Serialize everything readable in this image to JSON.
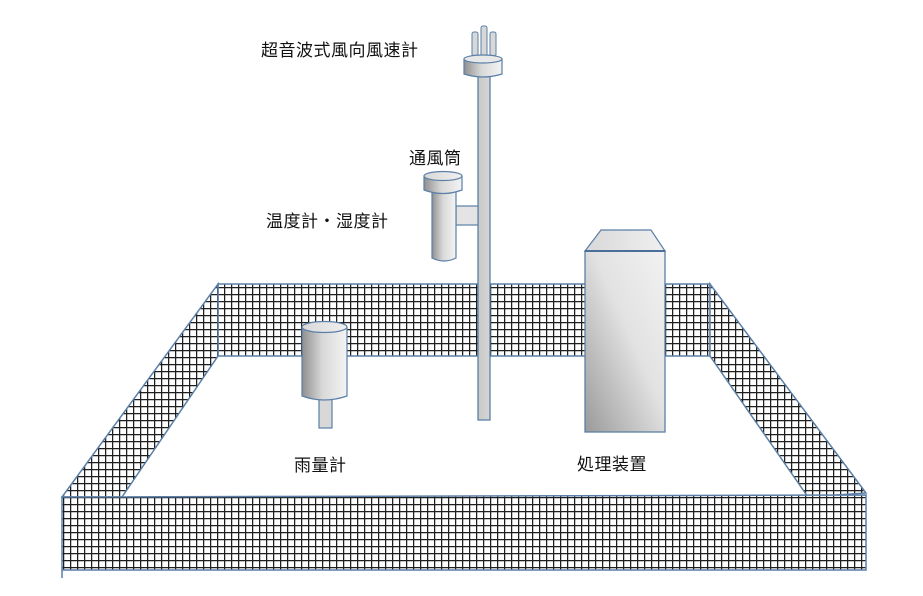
{
  "diagram": {
    "title": "Weather observation station layout",
    "labels": {
      "anemometer": "超音波式風向風速計",
      "radiation_shield": "通風筒",
      "thermometer_hygrometer": "温度計・湿度計",
      "rain_gauge": "雨量計",
      "processing_unit": "処理装置"
    },
    "components": [
      {
        "id": "anemometer",
        "type": "ultrasonic wind sensor",
        "mounted_on": "pole"
      },
      {
        "id": "radiation_shield",
        "type": "ventilated shield",
        "mounted_on": "pole"
      },
      {
        "id": "rain_gauge",
        "type": "cylinder gauge"
      },
      {
        "id": "processing_unit",
        "type": "cabinet"
      },
      {
        "id": "fence",
        "type": "mesh fence enclosure"
      }
    ],
    "colors": {
      "outline": "#5b7fa8",
      "mesh": "#1a1a1a",
      "metal_light": "#f2f2f2",
      "metal_dark": "#9a9a9a"
    }
  }
}
